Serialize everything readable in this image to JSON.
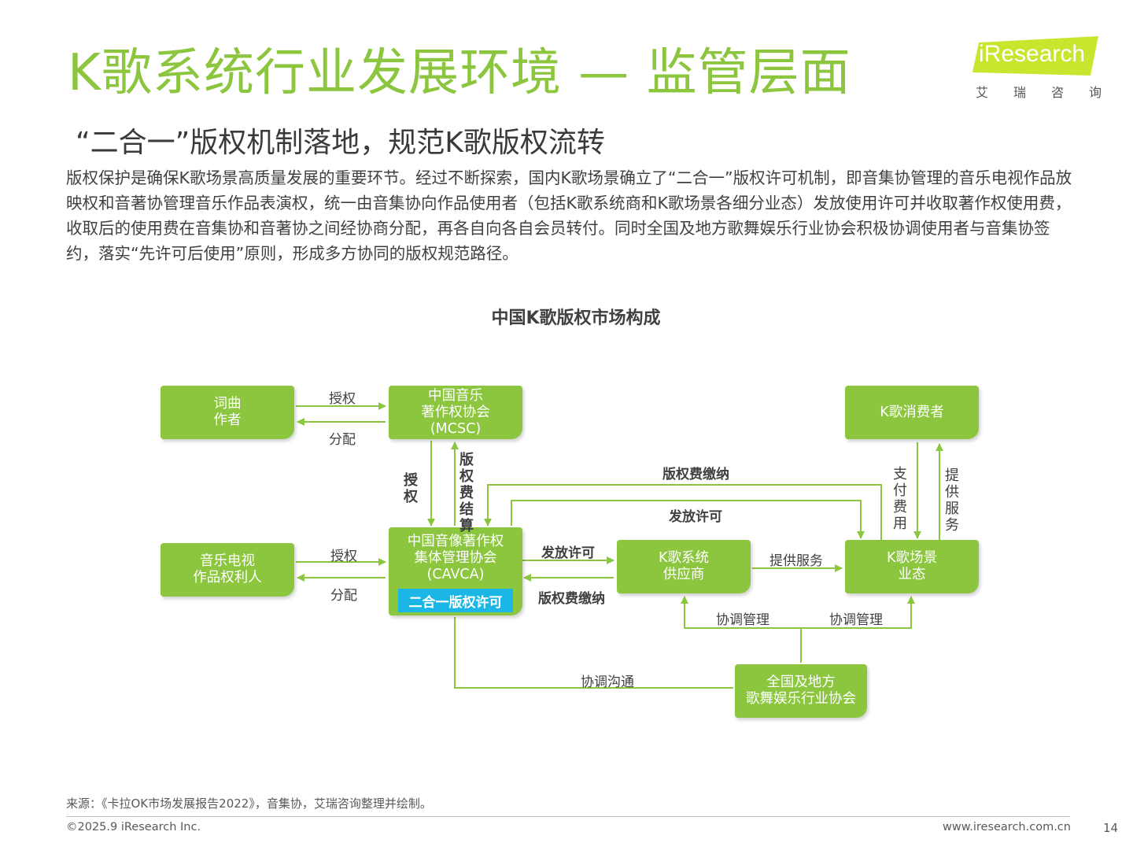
{
  "header": {
    "title": "K歌系统行业发展环境 — 监管层面",
    "subtitle": "“二合一”版权机制落地，规范K歌版权流转"
  },
  "body_text": "版权保护是确保K歌场景高质量发展的重要环节。经过不断探索，国内K歌场景确立了“二合一”版权许可机制，即音集协管理的音乐电视作品放映权和音著协管理音乐作品表演权，统一由音集协向作品使用者（包括K歌系统商和K歌场景各细分业态）发放使用许可并收取著作权使用费，收取后的使用费在音集协和音著协之间经协商分配，再各自向各自会员转付。同时全国及地方歌舞娱乐行业协会积极协调使用者与音集协签约，落实“先许可后使用”原则，形成多方协同的版权规范路径。",
  "logo": {
    "text": "iResearch",
    "sub": [
      "艾",
      "瑞",
      "咨",
      "询"
    ],
    "color": "#c8e62d"
  },
  "diagram": {
    "title": "中国K歌版权市场构成",
    "accent_color": "#8cc63f",
    "badge_color": "#1ab7e6",
    "nodes": {
      "lyricist": "词曲\n作者",
      "mcsc": "中国音乐\n著作权协会\n(MCSC)",
      "consumer": "K歌消费者",
      "mv_owner": "音乐电视\n作品权利人",
      "cavca": "中国音像著作权\n集体管理协会\n(CAVCA)",
      "ktv_supplier": "K歌系统\n供应商",
      "ktv_venue": "K歌场景\n业态",
      "association": "全国及地方\n歌舞娱乐行业协会"
    },
    "badge": "二合一版权许可",
    "edges": {
      "lyricist_to_mcsc": "授权",
      "mcsc_to_lyricist": "分配",
      "mcsc_to_cavca": "授权",
      "cavca_to_mcsc": "版权费结算",
      "mvowner_to_cavca": "授权",
      "cavca_to_mvowner": "分配",
      "cavca_to_supplier": "发放许可",
      "supplier_to_cavca": "版权费缴纳",
      "venue_to_cavca": "版权费缴纳",
      "cavca_to_venue": "发放许可",
      "supplier_to_venue": "提供服务",
      "consumer_pay": "支付费用",
      "venue_serve": "提供服务",
      "assoc_to_supplier": "协调管理",
      "assoc_to_venue": "协调管理",
      "assoc_to_cavca": "协调沟通"
    }
  },
  "footer": {
    "source": "来源：《卡拉OK市场发展报告2022》，音集协，艾瑞咨询整理并绘制。",
    "copyright": "©2025.9 iResearch Inc.",
    "url": "www.iresearch.com.cn",
    "page": "14"
  }
}
